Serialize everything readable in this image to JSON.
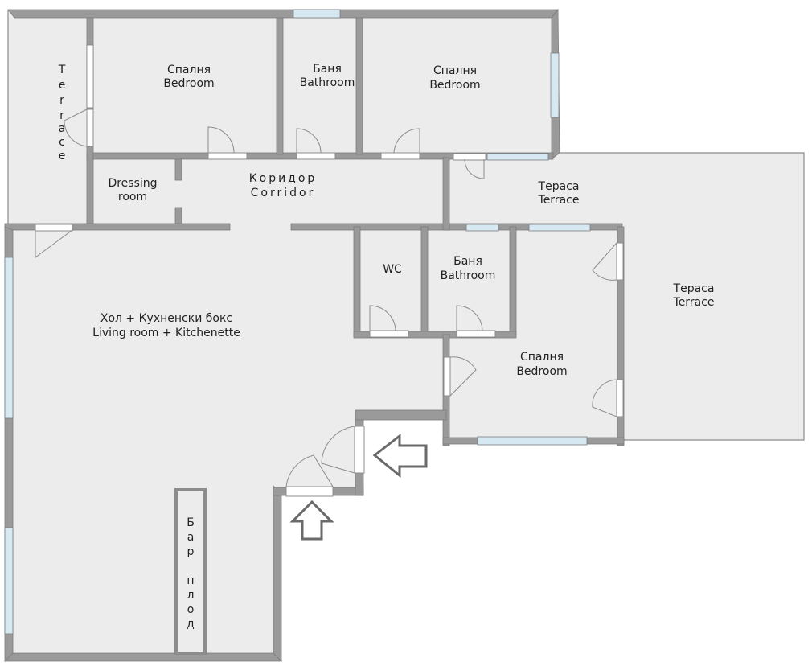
{
  "colors": {
    "floor": "#ececec",
    "wall_outer": "#8c8c8c",
    "wall_inner": "#9a9a9a",
    "window_glass": "#d6e8f2",
    "door_leaf": "#ffffff",
    "arrow_stroke": "#6a6a6a",
    "text": "#222222"
  },
  "rooms": {
    "terrace_left": {
      "letters": [
        "T",
        "e",
        "r",
        "r",
        "a",
        "c",
        "e"
      ]
    },
    "bedroom_top_left": {
      "bg": "Спалня",
      "en": "Bedroom"
    },
    "bathroom_top": {
      "bg": "Баня",
      "en": "Bathroom"
    },
    "bedroom_top_right": {
      "bg": "Спалня",
      "en": "Bedroom"
    },
    "dressing_room": {
      "line1": "Dressing",
      "line2": "room"
    },
    "corridor": {
      "bg": "Коридор",
      "en": "Corridor"
    },
    "terrace_upper": {
      "bg": "Тераса",
      "en": "Terrace"
    },
    "terrace_right": {
      "bg": "Тераса",
      "en": "Terrace"
    },
    "wc": {
      "label": "WC"
    },
    "bathroom_mid": {
      "bg": "Баня",
      "en": "Bathroom"
    },
    "bedroom_mid": {
      "bg": "Спалня",
      "en": "Bedroom"
    },
    "living": {
      "bg": "Хол + Кухненски бокс",
      "en": "Living room + Kitchenette"
    },
    "bar": {
      "word1": [
        "Б",
        "а",
        "р"
      ],
      "word2": [
        "п",
        "л",
        "о",
        "д"
      ]
    }
  },
  "entrances": [
    "entrance-arrow-left",
    "entrance-arrow-up"
  ]
}
